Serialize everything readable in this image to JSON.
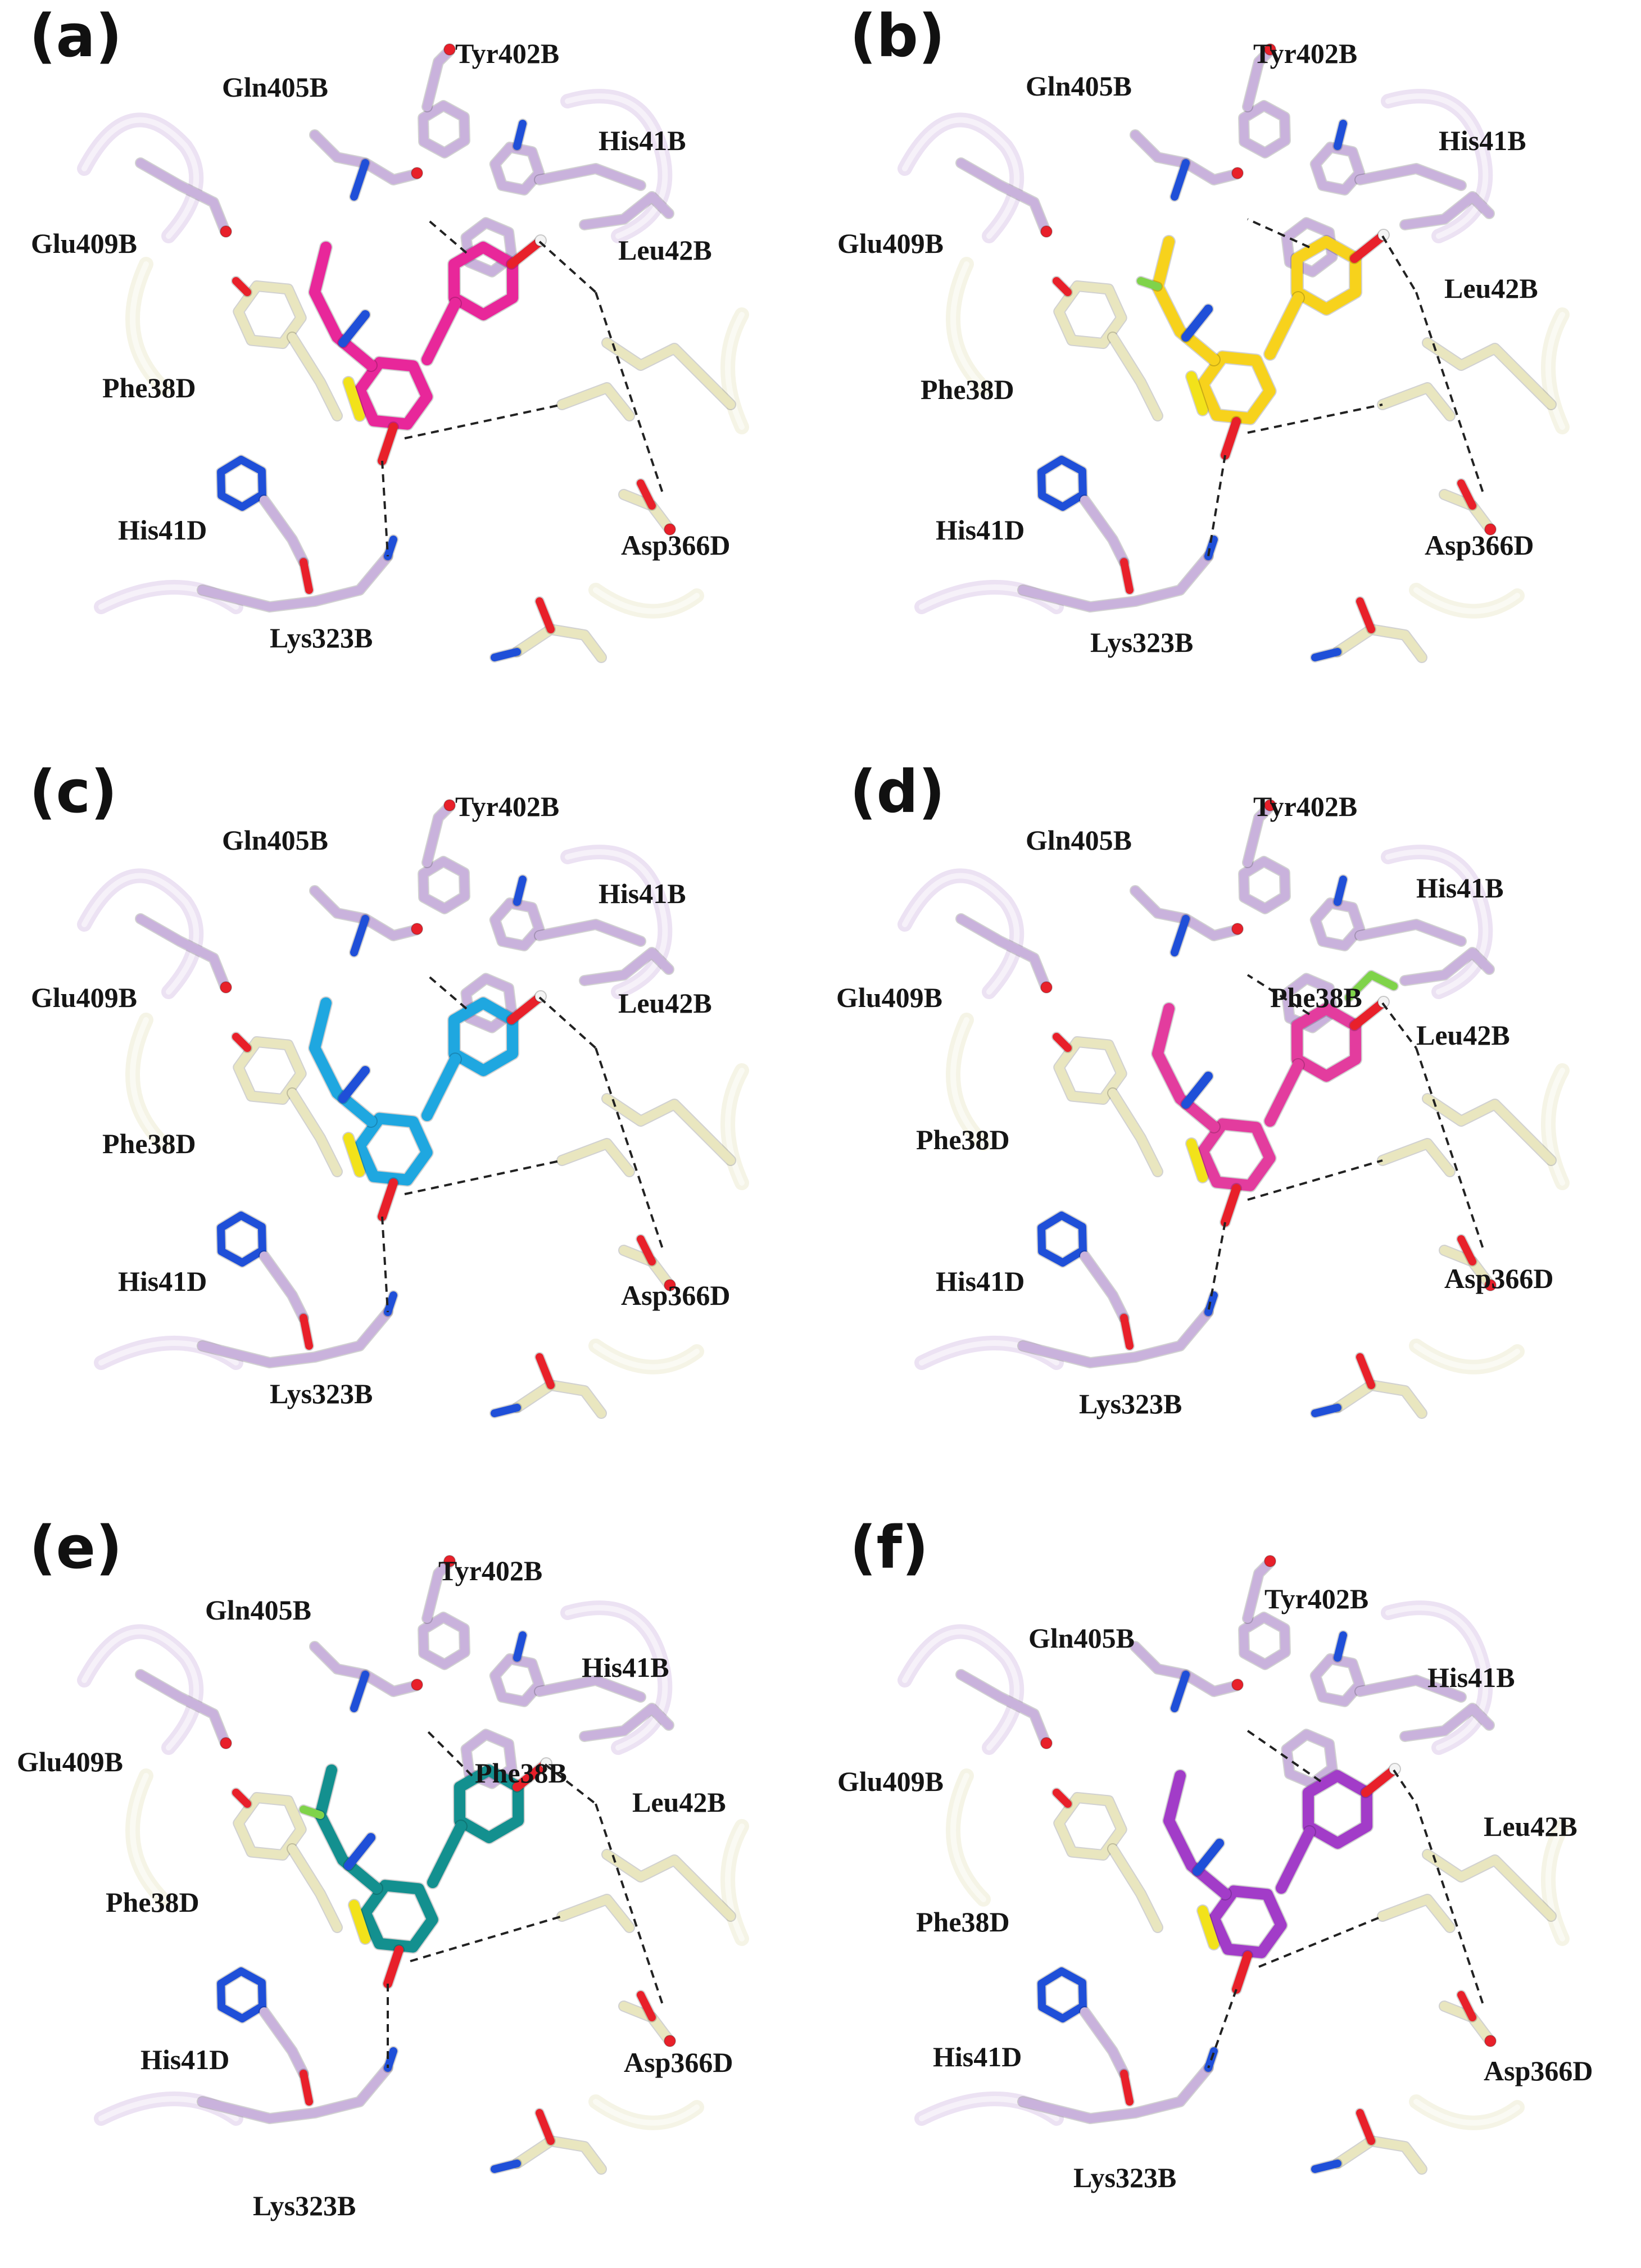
{
  "colors": {
    "chain_b": "#c9b2dc",
    "chain_d": "#e9e6bf",
    "oxygen": "#e8202a",
    "nitrogen": "#1f4fd8",
    "sulfur": "#f2e21a",
    "fluorine": "#7fd34a",
    "hydrogen": "#f4f4f4",
    "hbond": "#222222",
    "ribbon_b": "#dccbea",
    "ribbon_d": "#ecebd2"
  },
  "panels": [
    {
      "label": "(a)",
      "ligand_color": "#e8279a",
      "residues": [
        "Tyr402B",
        "Gln405B",
        "His41B",
        "Glu409B",
        "Leu42B",
        "Phe38D",
        "His41D",
        "Asp366D",
        "Lys323B"
      ]
    },
    {
      "label": "(b)",
      "ligand_color": "#f7d21c",
      "residues": [
        "Tyr402B",
        "Gln405B",
        "His41B",
        "Glu409B",
        "Leu42B",
        "Phe38D",
        "His41D",
        "Asp366D",
        "Lys323B"
      ]
    },
    {
      "label": "(c)",
      "ligand_color": "#1fa7e0",
      "residues": [
        "Tyr402B",
        "Gln405B",
        "His41B",
        "Glu409B",
        "Leu42B",
        "Phe38D",
        "His41D",
        "Asp366D",
        "Lys323B"
      ]
    },
    {
      "label": "(d)",
      "ligand_color": "#e33c9e",
      "residues": [
        "Tyr402B",
        "Gln405B",
        "His41B",
        "Glu409B",
        "Phe38B",
        "Leu42B",
        "Phe38D",
        "His41D",
        "Asp366D",
        "Lys323B"
      ]
    },
    {
      "label": "(e)",
      "ligand_color": "#13908f",
      "residues": [
        "Tyr402B",
        "Gln405B",
        "His41B",
        "Glu409B",
        "Phe38B",
        "Leu42B",
        "Phe38D",
        "His41D",
        "Asp366D",
        "Lys323B"
      ]
    },
    {
      "label": "(f)",
      "ligand_color": "#a23cc8",
      "residues": [
        "Tyr402B",
        "Gln405B",
        "His41B",
        "Glu409B",
        "Leu42B",
        "Phe38D",
        "His41D",
        "Asp366D",
        "Lys323B"
      ]
    }
  ]
}
